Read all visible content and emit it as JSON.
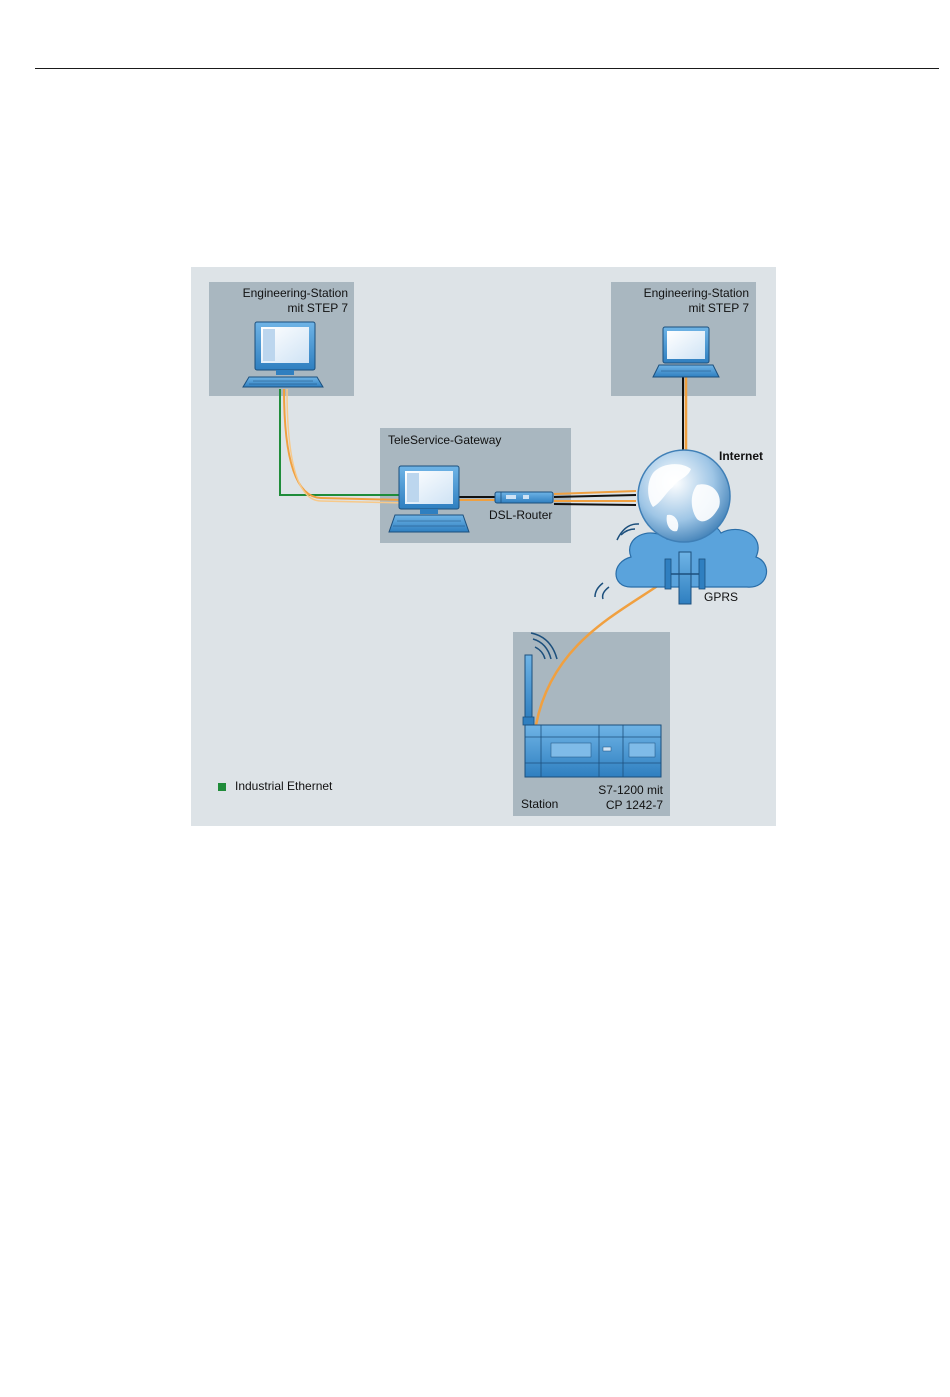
{
  "figure": {
    "engineering_station_left": {
      "line1": "Engineering-Station",
      "line2": "mit STEP 7"
    },
    "engineering_station_right": {
      "line1": "Engineering-Station",
      "line2": "mit STEP 7"
    },
    "gateway_title": "TeleService-Gateway",
    "router_label": "DSL-Router",
    "internet_label": "Internet",
    "gprs_label": "GPRS",
    "station_label": "Station",
    "plc_label": {
      "line1": "S7-1200 mit",
      "line2": "CP 1242-7"
    },
    "legend": {
      "label": "Industrial Ethernet",
      "color": "#1f8c3a"
    },
    "colors": {
      "background": "#dde3e7",
      "panel": "#a9b7c0",
      "device_blue": "#4a9bd6",
      "cable_orange": "#f0a040",
      "ethernet_green": "#1f8c3a"
    }
  }
}
